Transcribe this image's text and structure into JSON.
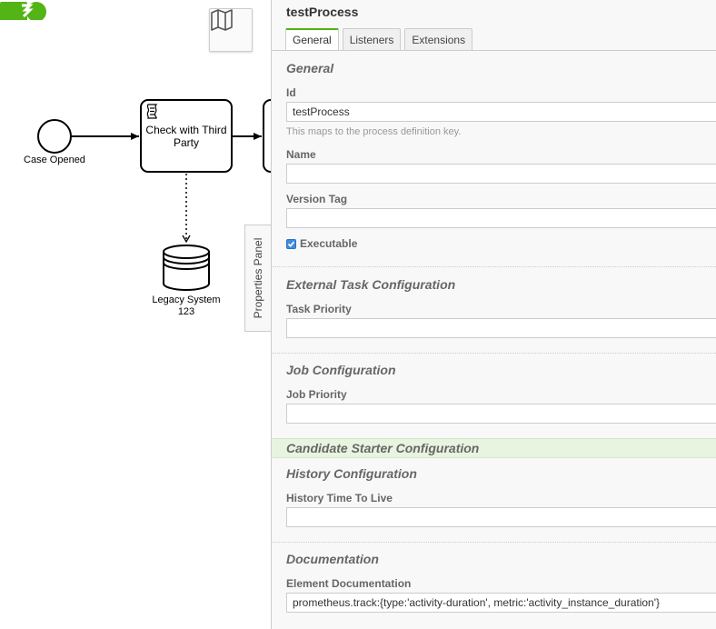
{
  "diagram": {
    "start_event_label": "Case Opened",
    "task_label": "Check with Third Party",
    "datastore_label": "Legacy System 123"
  },
  "icons": {
    "minimap": "map-icon",
    "script_task": "script-icon",
    "checkbox": "check-icon",
    "logo": "camunda-logo"
  },
  "properties_toggle": {
    "label": "Properties Panel"
  },
  "panel": {
    "title": "testProcess",
    "tabs": [
      {
        "label": "General",
        "active": true
      },
      {
        "label": "Listeners",
        "active": false
      },
      {
        "label": "Extensions",
        "active": false
      }
    ],
    "general": {
      "group_title": "General",
      "id_label": "Id",
      "id_value": "testProcess",
      "id_hint": "This maps to the process definition key.",
      "name_label": "Name",
      "name_value": "",
      "version_tag_label": "Version Tag",
      "version_tag_value": "",
      "executable_label": "Executable",
      "executable_checked": true
    },
    "external_task": {
      "group_title": "External Task Configuration",
      "task_priority_label": "Task Priority",
      "task_priority_value": ""
    },
    "job": {
      "group_title": "Job Configuration",
      "job_priority_label": "Job Priority",
      "job_priority_value": ""
    },
    "candidate_starter": {
      "group_title": "Candidate Starter Configuration"
    },
    "history": {
      "group_title": "History Configuration",
      "ttl_label": "History Time To Live",
      "ttl_value": ""
    },
    "documentation": {
      "group_title": "Documentation",
      "element_doc_label": "Element Documentation",
      "element_doc_value": "prometheus.track:{type:'activity-duration', metric:'activity_instance_duration'}"
    }
  },
  "colors": {
    "accent": "#52b415",
    "candidate_highlight": "#e8f4df",
    "checkbox": "#3d8ee0"
  }
}
